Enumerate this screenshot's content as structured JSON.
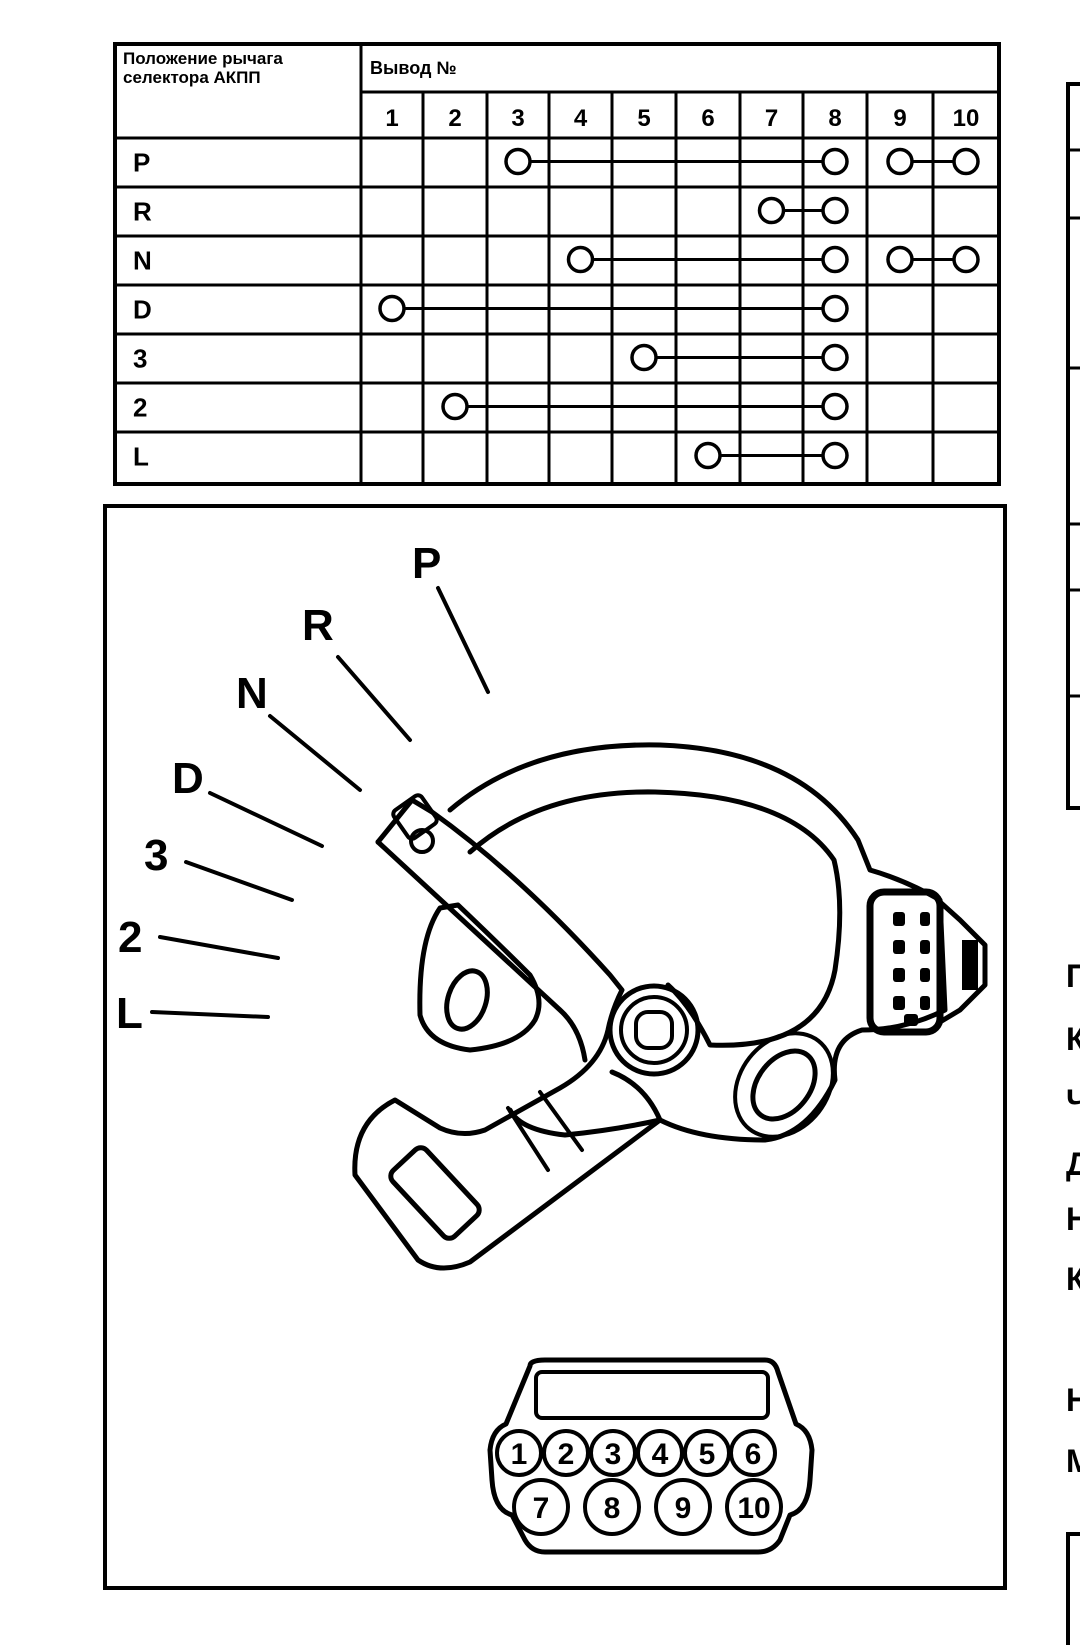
{
  "table": {
    "corner_header": "Положение рычага селектора АКПП",
    "pin_header": "Вывод №",
    "pins": [
      "1",
      "2",
      "3",
      "4",
      "5",
      "6",
      "7",
      "8",
      "9",
      "10"
    ],
    "rows": [
      {
        "position": "P",
        "connections": [
          [
            3,
            8
          ],
          [
            9,
            10
          ]
        ]
      },
      {
        "position": "R",
        "connections": [
          [
            7,
            8
          ]
        ]
      },
      {
        "position": "N",
        "connections": [
          [
            4,
            8
          ],
          [
            9,
            10
          ]
        ]
      },
      {
        "position": "D",
        "connections": [
          [
            1,
            8
          ]
        ]
      },
      {
        "position": "3",
        "connections": [
          [
            5,
            8
          ]
        ]
      },
      {
        "position": "2",
        "connections": [
          [
            2,
            8
          ]
        ]
      },
      {
        "position": "L",
        "connections": [
          [
            6,
            8
          ]
        ]
      }
    ]
  },
  "switch_positions": [
    "P",
    "R",
    "N",
    "D",
    "3",
    "2",
    "L"
  ],
  "connector": {
    "top_row": [
      "1",
      "2",
      "3",
      "4",
      "5",
      "6"
    ],
    "bottom_row": [
      "7",
      "8",
      "9",
      "10"
    ]
  },
  "cut_off_text": [
    "П",
    "К",
    "Ч",
    "Д",
    "Н",
    "К",
    "Н",
    "М"
  ]
}
